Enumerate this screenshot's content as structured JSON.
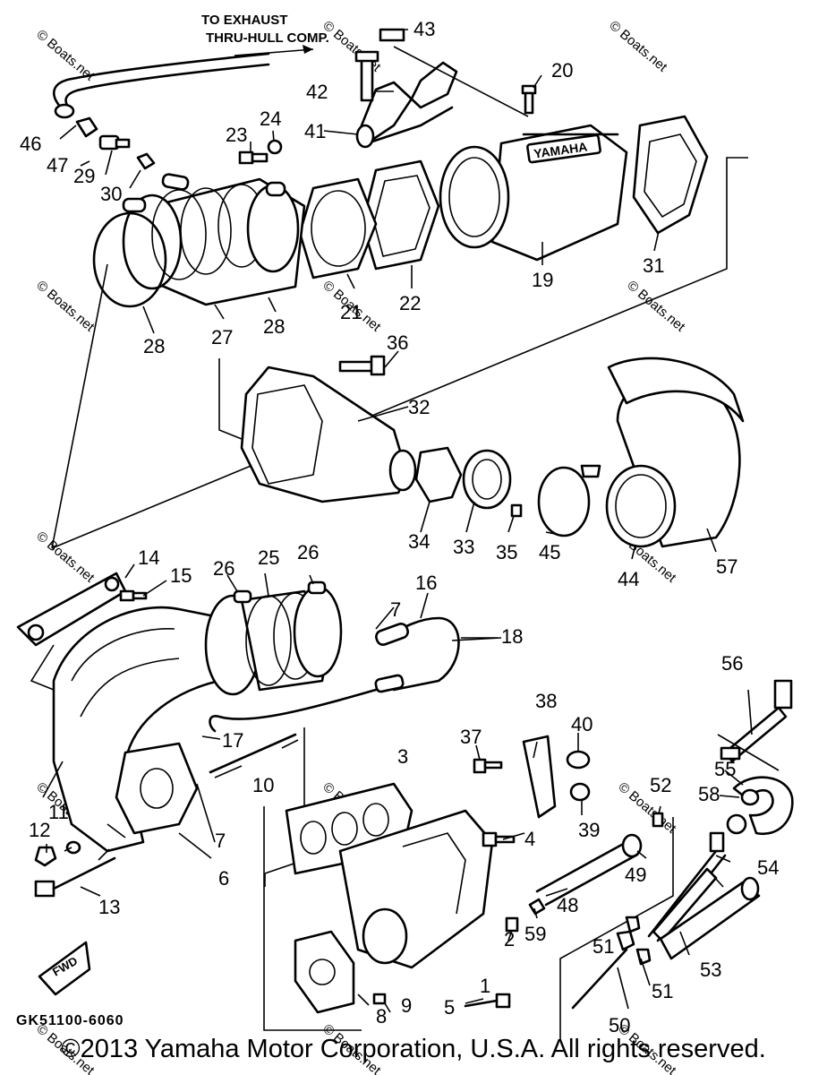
{
  "callout": {
    "line1": "TO EXHAUST",
    "line2": "THRU-HULL COMP."
  },
  "diagram_code": "GK51100-6060",
  "fwd_label": "FWD",
  "brand_text": "YAMAHA",
  "watermark": "© Boats.net",
  "footer": "©2013 Yamaha Motor Corporation, U.S.A. All rights reserved.",
  "parts": {
    "p1": "1",
    "p2": "2",
    "p3": "3",
    "p4": "4",
    "p5": "5",
    "p6": "6",
    "p7a": "7",
    "p7b": "7",
    "p8": "8",
    "p9": "9",
    "p10": "10",
    "p11": "11",
    "p12": "12",
    "p13": "13",
    "p14": "14",
    "p15": "15",
    "p16": "16",
    "p17": "17",
    "p18": "18",
    "p19": "19",
    "p20": "20",
    "p21": "21",
    "p22": "22",
    "p23": "23",
    "p24": "24",
    "p25": "25",
    "p26a": "26",
    "p26b": "26",
    "p27": "27",
    "p28a": "28",
    "p28b": "28",
    "p29": "29",
    "p30": "30",
    "p31": "31",
    "p32": "32",
    "p33": "33",
    "p34": "34",
    "p35": "35",
    "p36": "36",
    "p37": "37",
    "p38": "38",
    "p39": "39",
    "p40": "40",
    "p41": "41",
    "p42": "42",
    "p43": "43",
    "p44": "44",
    "p45": "45",
    "p46": "46",
    "p47": "47",
    "p48": "48",
    "p49": "49",
    "p50": "50",
    "p51a": "51",
    "p51b": "51",
    "p52": "52",
    "p53": "53",
    "p54": "54",
    "p55": "55",
    "p56": "56",
    "p57": "57",
    "p58": "58",
    "p59": "59"
  }
}
